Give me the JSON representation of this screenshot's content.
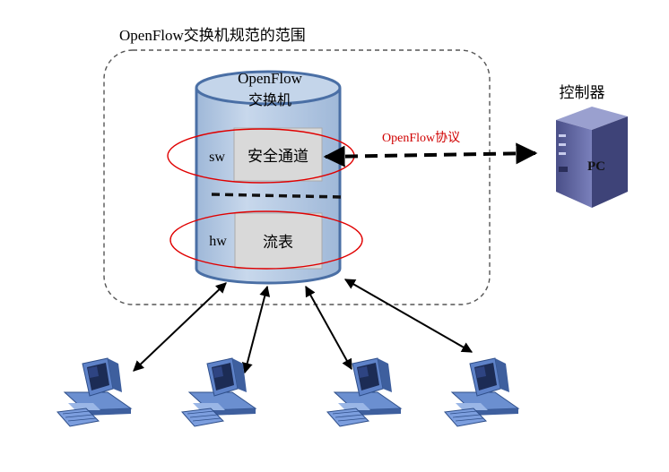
{
  "scope_label": "OpenFlow交换机规范的范围",
  "switch": {
    "title_line1": "OpenFlow",
    "title_line2": "交换机"
  },
  "sw_label": "sw",
  "hw_label": "hw",
  "secure_channel": "安全通道",
  "flow_table": "流表",
  "protocol_label": "OpenFlow协议",
  "controller": {
    "label": "控制器",
    "pc_label": "PC"
  },
  "icons": {
    "controller": "server-tower-icon",
    "hosts": "desktop-computer-icon"
  },
  "colors": {
    "cylinder_fill": "#b8cce4",
    "cylinder_stroke": "#4a6fa5",
    "box_fill": "#d9d9d9",
    "ellipse": "#e00000",
    "protocol_text": "#d00000",
    "server_body": "#5a5f9a"
  }
}
